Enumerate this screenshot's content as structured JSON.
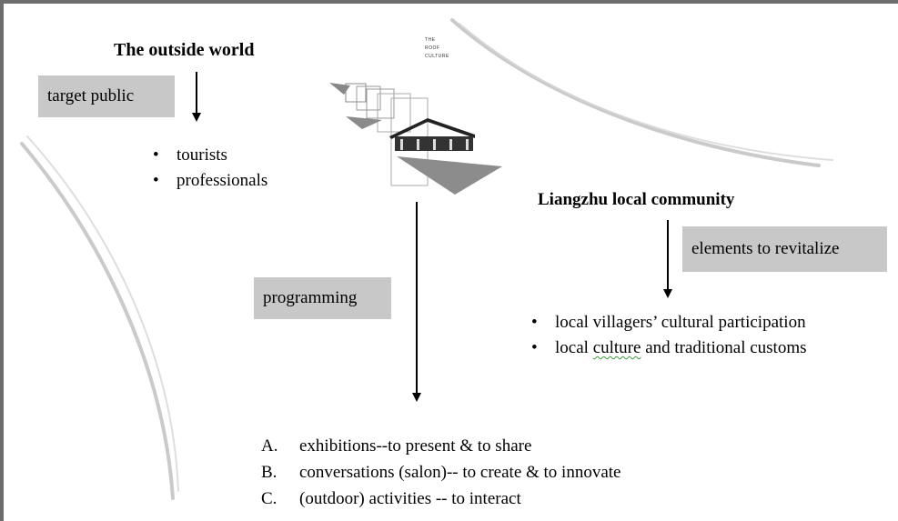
{
  "outside": {
    "heading": "The outside world",
    "box_label": "target public",
    "bullets": [
      "tourists",
      "professionals"
    ]
  },
  "local": {
    "heading": "Liangzhu local community",
    "box_label": "elements to revitalize",
    "bullet1": "local villagers’ cultural participation",
    "bullet2_pre": "local ",
    "bullet2_word": "culture",
    "bullet2_post": " and traditional customs"
  },
  "programming": {
    "box_label": "programming",
    "items": [
      {
        "letter": "A.",
        "text": "exhibitions--to present & to share"
      },
      {
        "letter": "B.",
        "text": "conversations (salon)-- to create & to innovate"
      },
      {
        "letter": "C.",
        "text": "(outdoor) activities -- to interact"
      }
    ]
  },
  "logo": {
    "line1": "THE",
    "line2": "ROOF",
    "line3": "CULTURE"
  },
  "colors": {
    "box_bg": "#c8c8c8",
    "frame": "#6d6d6d",
    "arrow": "#000000"
  }
}
